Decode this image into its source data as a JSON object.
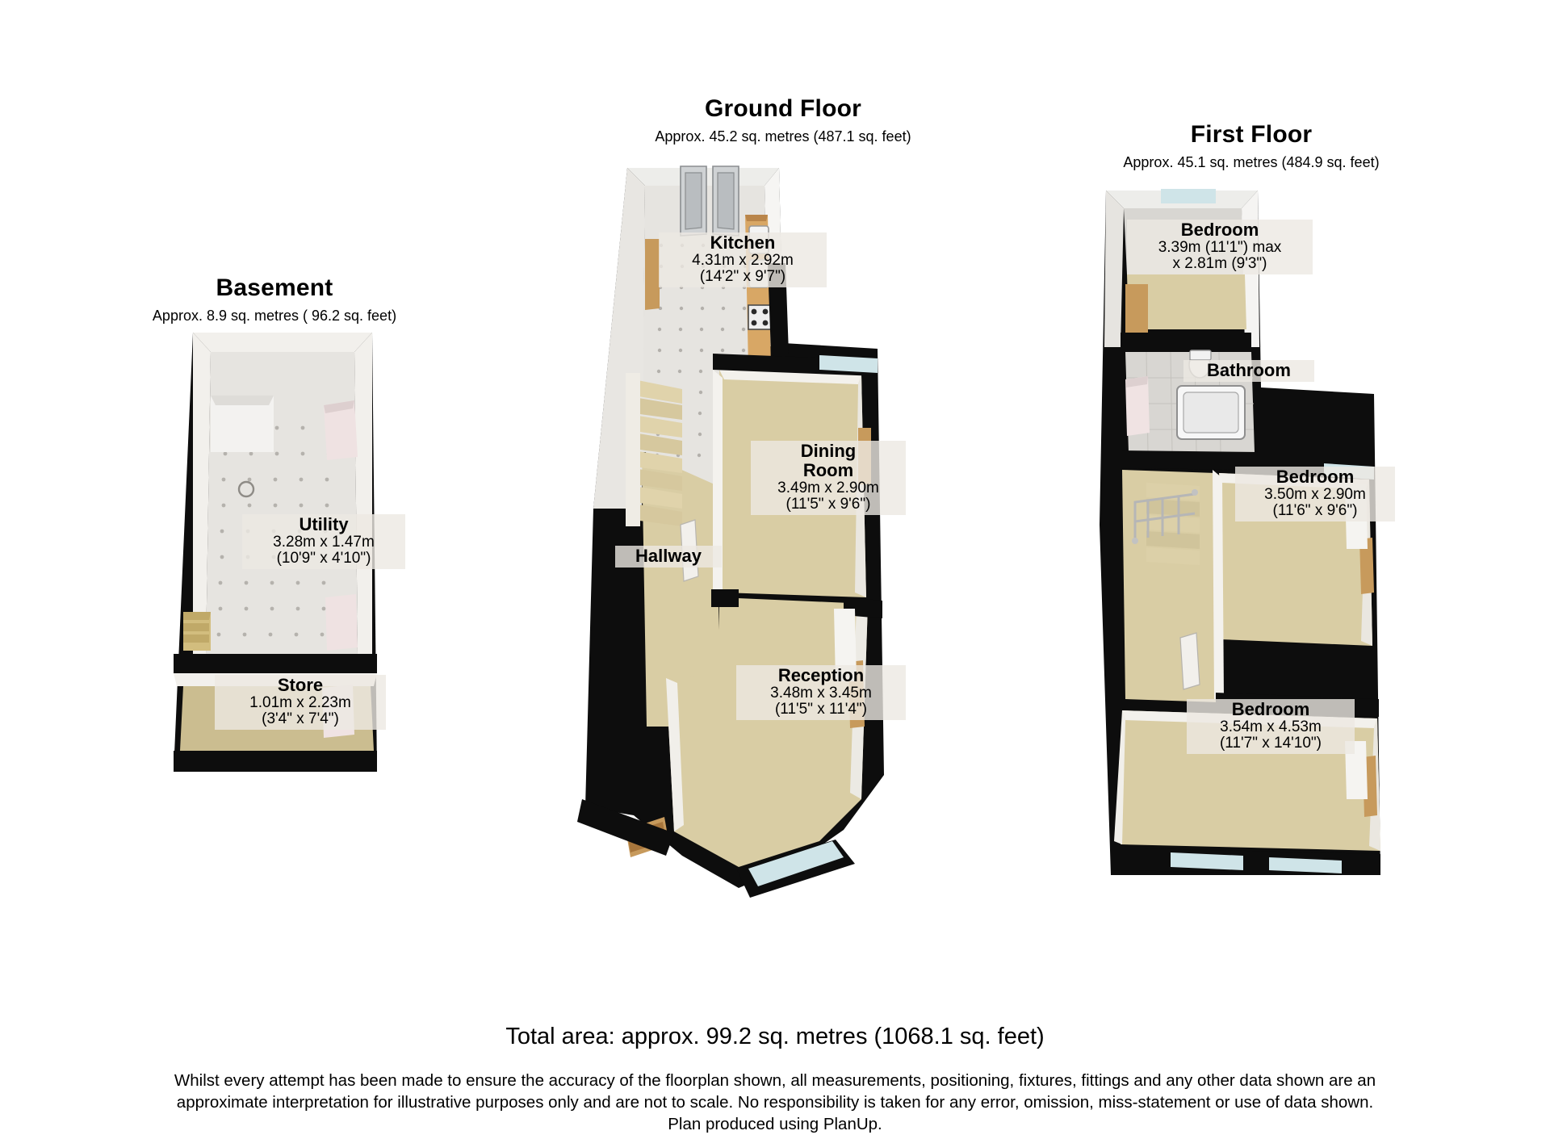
{
  "document": {
    "type": "floorplan",
    "producer_note": "Plan produced using PlanUp."
  },
  "floors": [
    {
      "id": "basement",
      "title": "Basement",
      "area_text": "Approx.   8.9 sq. metres ( 96.2 sq. feet)",
      "rooms": [
        {
          "id": "utility",
          "name": "Utility",
          "dim_metric": "3.28m x 1.47m",
          "dim_imperial": "(10'9\" x 4'10\")"
        },
        {
          "id": "store",
          "name": "Store",
          "dim_metric": "1.01m x 2.23m",
          "dim_imperial": "(3'4\" x 7'4\")"
        }
      ]
    },
    {
      "id": "ground-floor",
      "title": "Ground Floor",
      "area_text": "Approx.  45.2 sq. metres (487.1 sq. feet)",
      "rooms": [
        {
          "id": "kitchen",
          "name": "Kitchen",
          "dim_metric": "4.31m x 2.92m",
          "dim_imperial": "(14'2\" x 9'7\")"
        },
        {
          "id": "dining-room",
          "name_line1": "Dining",
          "name_line2": "Room",
          "name": "Dining Room",
          "dim_metric": "3.49m x 2.90m",
          "dim_imperial": "(11'5\" x 9'6\")"
        },
        {
          "id": "hallway",
          "name": "Hallway",
          "dim_metric": "",
          "dim_imperial": ""
        },
        {
          "id": "reception",
          "name": "Reception",
          "dim_metric": "3.48m x 3.45m",
          "dim_imperial": "(11'5\" x 11'4\")"
        }
      ]
    },
    {
      "id": "first-floor",
      "title": "First Floor",
      "area_text": "Approx.  45.1 sq. metres (484.9 sq. feet)",
      "rooms": [
        {
          "id": "bedroom-front",
          "name": "Bedroom",
          "dim_metric": "3.39m (11'1\") max",
          "dim_imperial": "x 2.81m (9'3\")"
        },
        {
          "id": "bathroom",
          "name": "Bathroom",
          "dim_metric": "",
          "dim_imperial": ""
        },
        {
          "id": "bedroom-middle",
          "name": "Bedroom",
          "dim_metric": "3.50m x 2.90m",
          "dim_imperial": "(11'6\" x 9'6\")"
        },
        {
          "id": "bedroom-rear",
          "name": "Bedroom",
          "dim_metric": "3.54m x 4.53m",
          "dim_imperial": "(11'7\" x 14'10\")"
        }
      ]
    }
  ],
  "summary": {
    "total_area": "Total area: approx.  99.2 sq. metres (1068.1 sq. feet)"
  },
  "disclaimer": {
    "line1": "Whilst every attempt has been made to ensure the accuracy of the floorplan shown, all measurements, positioning, fixtures, fittings and any other data shown are an",
    "line2": "approximate interpretation for illustrative purposes only and are not to scale.  No responsibility is taken for any error, omission, miss-statement or use of data shown.",
    "line3": "Plan produced using PlanUp."
  },
  "colors": {
    "wall": "#0d0d0d",
    "carpet": "#d9cda4",
    "tile": "#e6e4e0",
    "glass": "#cfe4e8",
    "wood": "#c79a5c",
    "text": "#000000",
    "label_plate": "#ece9e2"
  }
}
